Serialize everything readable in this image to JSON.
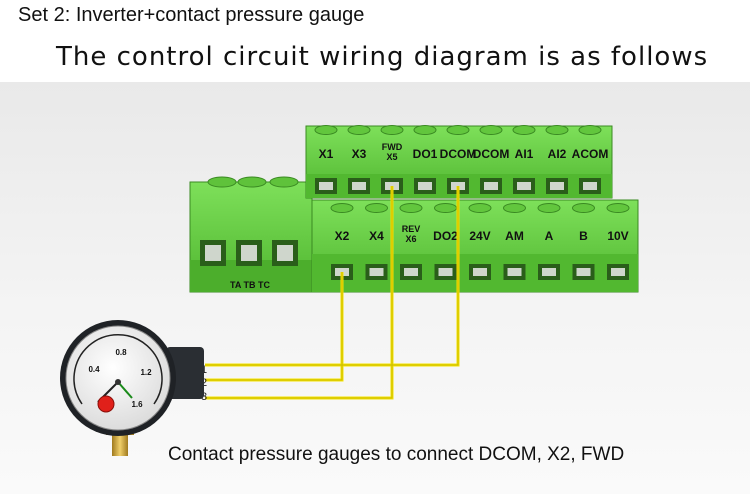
{
  "header": {
    "set_title": "Set 2: Inverter+contact pressure gauge",
    "subtitle": "The control circuit wiring diagram is as follows"
  },
  "terminals": {
    "top_row": [
      "X1",
      "X3",
      "FWD\nX5",
      "DO1",
      "DCOM",
      "DCOM",
      "AI1",
      "AI2",
      "ACOM"
    ],
    "bottom_row": [
      "X2",
      "X4",
      "REV\nX6",
      "DO2",
      "24V",
      "AM",
      "A",
      "B",
      "10V"
    ],
    "left_block_label": "TA TB TC"
  },
  "wires": {
    "numbers": [
      "1",
      "2",
      "3"
    ],
    "color": "#f5e400"
  },
  "gauge": {
    "scale": [
      "0.4",
      "0.8",
      "1.2",
      "1.6"
    ]
  },
  "caption": "Contact pressure gauges to connect DCOM, X2, FWD",
  "colors": {
    "terminal_green": "#5cc83a",
    "terminal_dark": "#3f9a25",
    "wire": "#f5e400"
  }
}
